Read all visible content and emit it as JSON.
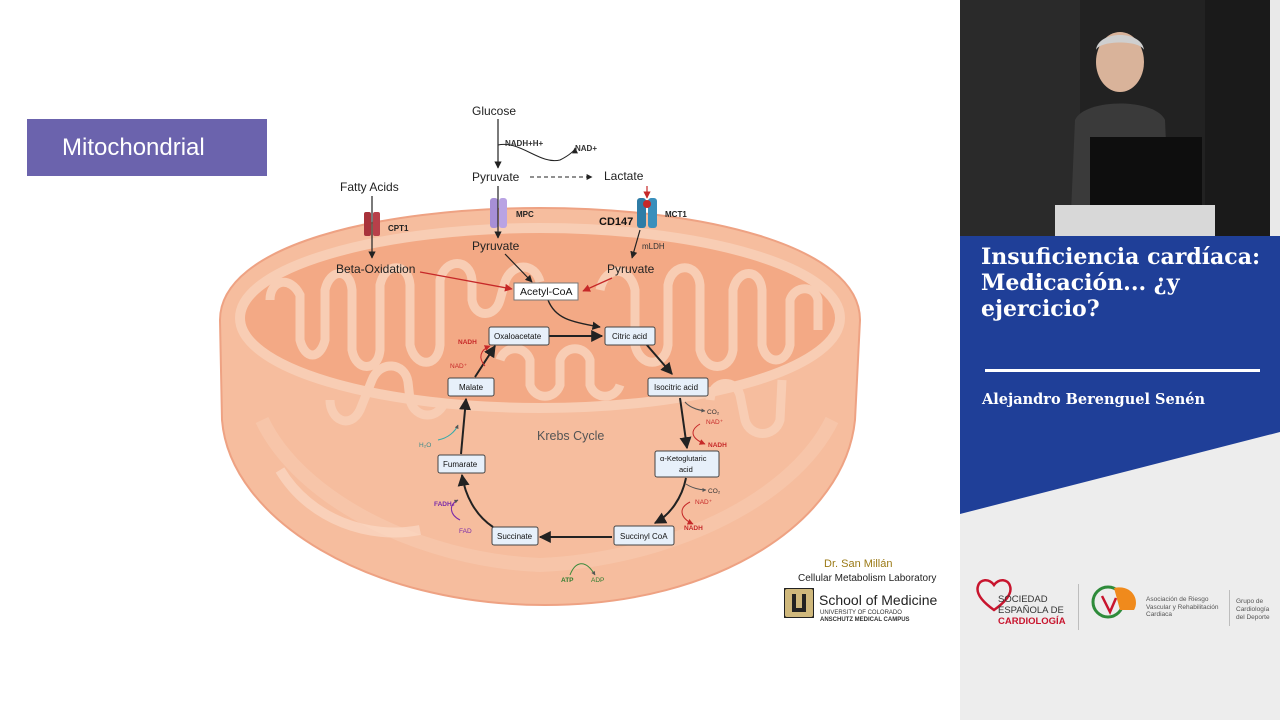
{
  "slide": {
    "title": "Mitochondrial",
    "colors": {
      "title_bg": "#6b63ad",
      "mito_outer": "#f6bd9e",
      "mito_inner": "#f3a985",
      "arrow_red": "#c62828"
    },
    "diagram": {
      "glucose": "Glucose",
      "nadh_h": "NADH+H+",
      "nad_plus": "NAD+",
      "pyruvate_top": "Pyruvate",
      "lactate": "Lactate",
      "fatty_acids": "Fatty Acids",
      "cpt1": "CPT1",
      "mpc": "MPC",
      "cd147": "CD147",
      "mct1": "MCT1",
      "mldh": "mLDH",
      "pyruvate_mid": "Pyruvate",
      "pyruvate_right": "Pyruvate",
      "beta_oxidation": "Beta-Oxidation",
      "acetyl_coa": "Acetyl-CoA",
      "krebs_cycle": "Krebs Cycle",
      "metabolites": {
        "oxaloacetate": "Oxaloacetate",
        "citric_acid": "Citric acid",
        "isocitric_acid": "Isocitric acid",
        "aketo_line1": "α-Ketoglutaric",
        "aketo_line2": "acid",
        "succinyl_coa": "Succinyl CoA",
        "succinate": "Succinate",
        "fumarate": "Fumarate",
        "malate": "Malate"
      },
      "cofactors": {
        "nadh_top": "NADH",
        "nad_top": "NAD⁺",
        "h2o": "H₂O",
        "fadh2": "FADH₂",
        "fad": "FAD",
        "atp": "ATP",
        "adp": "ADP",
        "co2_1": "CO₂",
        "nad_r1": "NAD⁺",
        "nadh_r1": "NADH",
        "co2_2": "CO₂",
        "nad_r2": "NAD⁺",
        "nadh_r2": "NADH"
      }
    },
    "credit": {
      "author": "Dr. San Millán",
      "lab": "Cellular Metabolism Laboratory",
      "school": "School of Medicine",
      "university": "UNIVERSITY OF COLORADO",
      "campus": "ANSCHUTZ MEDICAL CAMPUS"
    }
  },
  "sidebar": {
    "talk_title": "Insuficiencia cardíaca: Medicación... ¿y ejercicio?",
    "speaker": "Alejandro Berenguel Senén",
    "colors": {
      "panel_blue": "#1f3f98",
      "background": "#ededed",
      "sec_red": "#c8152e"
    },
    "logos": {
      "sec_line1": "SOCIEDAD",
      "sec_line2": "ESPAÑOLA DE",
      "sec_line3": "CARDIOLOGÍA",
      "arvc_text": "Asociación de Riesgo Vascular y Rehabilitación Cardiaca",
      "gcd_line1": "Grupo de",
      "gcd_line2": "Cardiología",
      "gcd_line3": "del Deporte"
    }
  }
}
